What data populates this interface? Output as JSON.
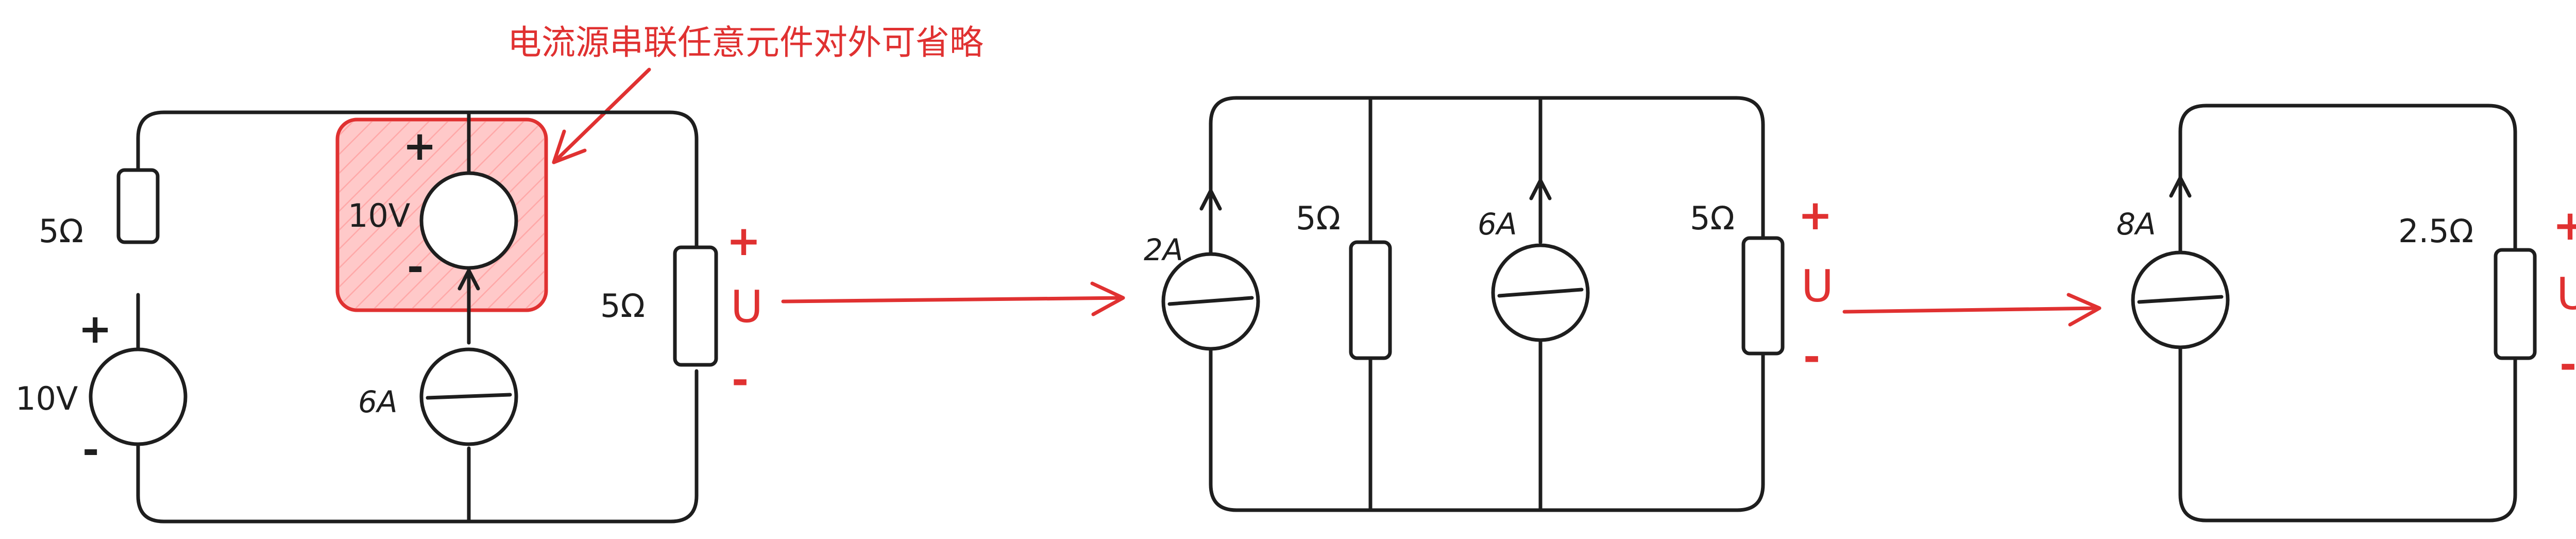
{
  "annotation": {
    "text": "电流源串联任意元件对外可省略",
    "color": "#e03131"
  },
  "colors": {
    "ink": "#1e1e1e",
    "accent": "#e03131",
    "highlight_fill": "#ffc9c9"
  },
  "circuit1": {
    "left_resistor": "5Ω",
    "left_source_voltage": "10V",
    "left_source_plus": "+",
    "left_source_minus": "-",
    "mid_source_voltage": "10V",
    "mid_source_plus": "+",
    "mid_source_minus": "-",
    "current_source": "6A",
    "right_resistor": "5Ω",
    "output_plus": "+",
    "output_symbol": "U",
    "output_minus": "-"
  },
  "circuit2": {
    "current_source_1": "2A",
    "resistor_1": "5Ω",
    "current_source_2": "6A",
    "resistor_2": "5Ω",
    "output_plus": "+",
    "output_symbol": "U",
    "output_minus": "-"
  },
  "circuit3": {
    "current_source": "8A",
    "resistor": "2.5Ω",
    "output_plus": "+",
    "output_symbol": "U",
    "output_minus": "-"
  }
}
